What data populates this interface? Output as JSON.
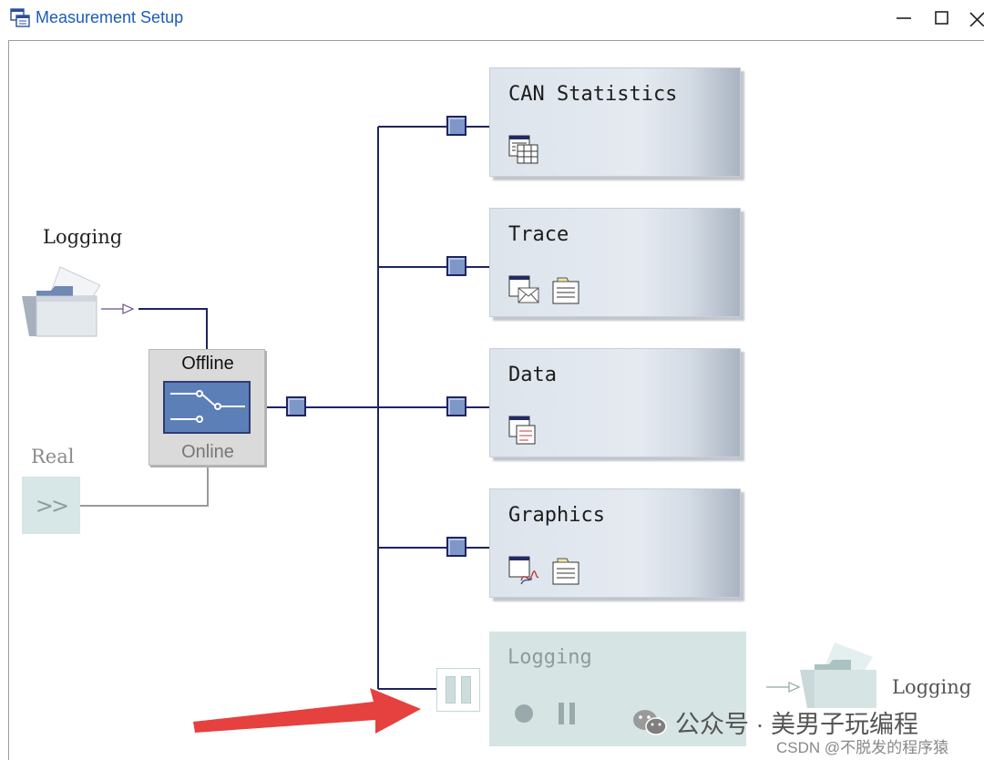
{
  "window": {
    "title": "Measurement Setup",
    "title_icon": "measurement-setup-icon",
    "controls": [
      "minimize-icon",
      "maximize-icon",
      "close-icon"
    ]
  },
  "sources": {
    "logging_label": "Logging",
    "real_label": "Real",
    "real_symbol": ">>"
  },
  "switch": {
    "top_label": "Offline",
    "bottom_label": "Online"
  },
  "blocks": [
    {
      "title": "CAN Statistics",
      "icons": [
        "statistics-table-icon"
      ]
    },
    {
      "title": "Trace",
      "icons": [
        "trace-window-icon",
        "config-notepad-icon"
      ]
    },
    {
      "title": "Data",
      "icons": [
        "data-window-icon"
      ]
    },
    {
      "title": "Graphics",
      "icons": [
        "graphics-window-icon",
        "config-notepad-icon"
      ]
    }
  ],
  "logging_block": {
    "title": "Logging",
    "state": "disabled",
    "controls": [
      "record-icon",
      "pause-icon"
    ],
    "output_label": "Logging"
  },
  "annotation": {
    "arrow_color": "#e5413e"
  },
  "watermark": {
    "channel": "公众号 · 美男子玩编程",
    "csdn": "CSDN @不脱发的程序猿"
  },
  "colors": {
    "wire": "#1e2460",
    "node": "#7e96c8",
    "title_text": "#1a5cb8"
  }
}
